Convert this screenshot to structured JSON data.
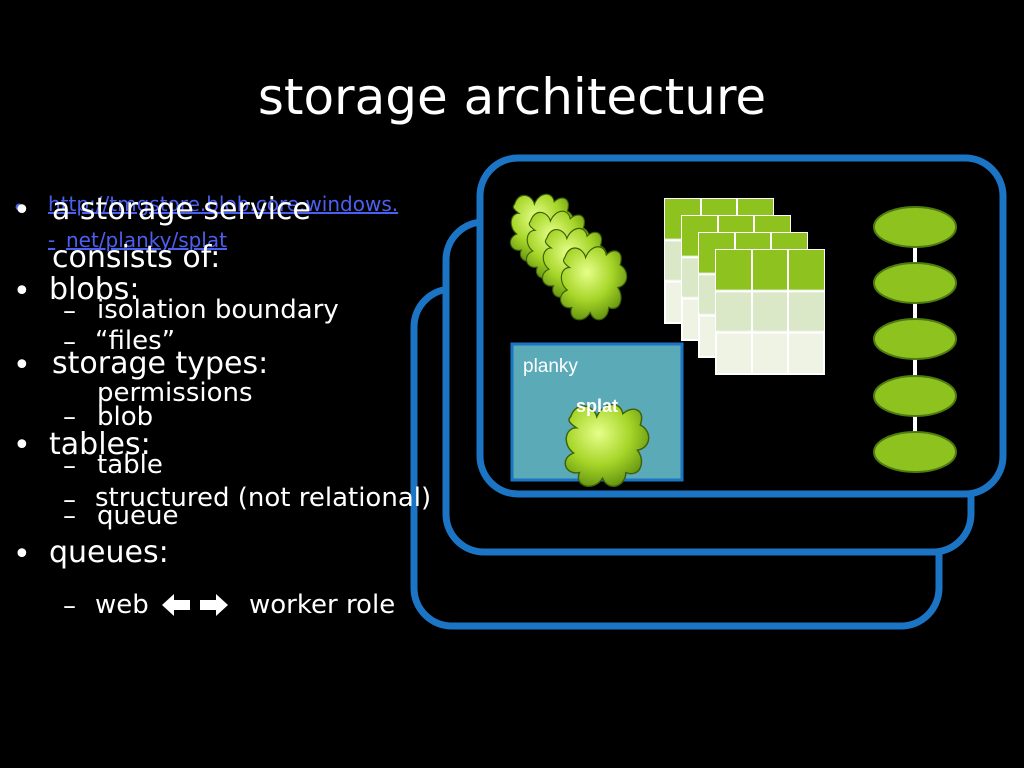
{
  "slide": {
    "title": "storage architecture",
    "colors": {
      "frame": "#1c74c4",
      "green": "#8dc21f",
      "container": "#5aaab8"
    }
  },
  "layer1": {
    "link_line1": "http://tmgstore.blob.core.windows.",
    "link_line2": "net/planky/splat",
    "link_bullet": "•",
    "link_dash": "-",
    "bullet_a": "a storage service",
    "bullet_a_cont": "consists of:",
    "bullet_b": "blobs:",
    "bullet_c": "tables:",
    "bullet_d": "queues:",
    "sub_isolation": "isolation boundary",
    "sub_files": "“files”",
    "sub_table": "table",
    "sub_structured": "structured (not relational)",
    "sub_web": "web",
    "sub_worker": "worker role"
  },
  "layer2": {
    "bullet_storage_types": "storage types:",
    "sub_permissions": "permissions",
    "sub_blob": "blob",
    "sub_queue": "queue"
  },
  "diagram": {
    "container_label": "planky",
    "blob_label": "splat",
    "arrow_left_icon": "bold-arrow-left-icon",
    "arrow_right_icon": "bold-arrow-right-icon"
  }
}
